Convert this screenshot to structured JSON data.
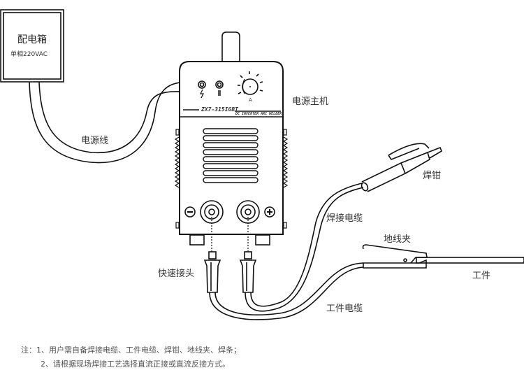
{
  "diagram": {
    "distribution_box": {
      "title": "配电箱",
      "subtitle": "单相220VAC"
    },
    "welder": {
      "label": "电源主机",
      "model": "ZX7-315IGBT",
      "model_sub": "DC INVERTER ARC WELDER",
      "knob_unit": "A",
      "terminal_negative": "−",
      "terminal_positive": "+"
    },
    "labels": {
      "power_cable": "电源线",
      "electrode_holder": "焊钳",
      "welding_cable": "焊接电缆",
      "ground_clamp": "地线夹",
      "workpiece": "工件",
      "work_cable": "工件电缆",
      "quick_connector": "快速接头"
    },
    "notes": [
      "注：1、用户需自备焊接电缆、工件电缆、焊钳、地线夹、焊条；",
      "2、请根据现场焊接工艺选择直流正接或直流反接方式。"
    ]
  }
}
